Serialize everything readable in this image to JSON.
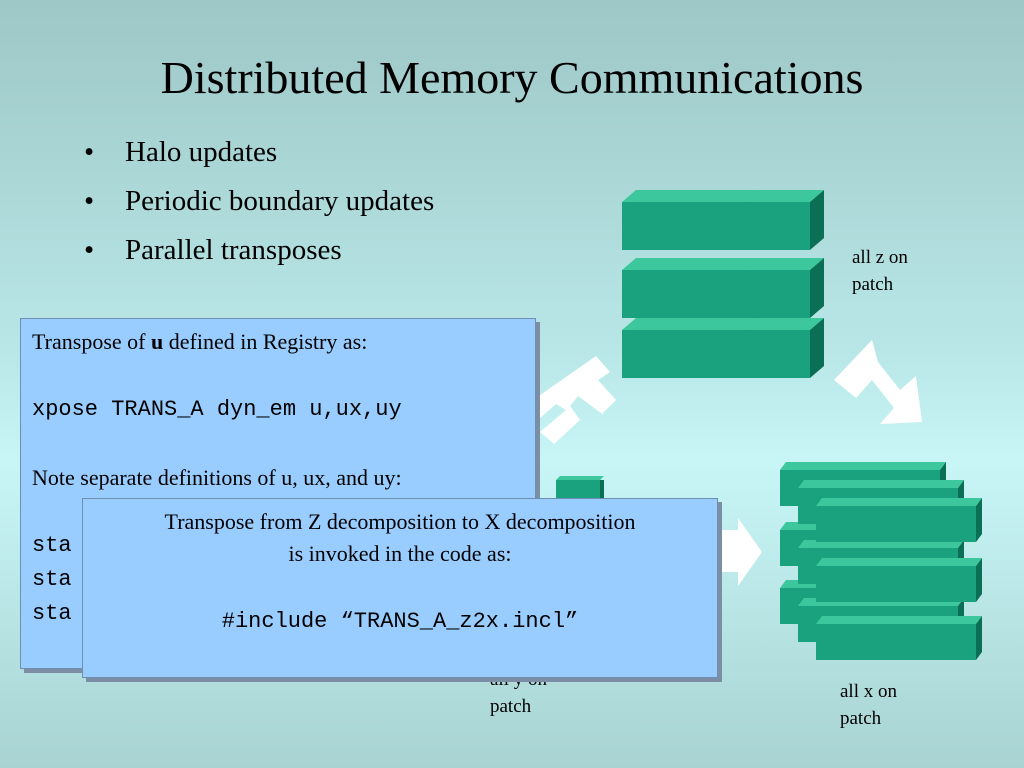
{
  "title": "Distributed Memory Communications",
  "bullets": [
    "Halo updates",
    "Periodic boundary updates",
    "Parallel transposes"
  ],
  "captions": {
    "z_line1": "all z on",
    "z_line2": "patch",
    "y_line1": "all y on",
    "y_line2": "patch",
    "x_line1": "all x on",
    "x_line2": "patch"
  },
  "box1": {
    "line1_pre": "Transpose of ",
    "line1_bold": "u",
    "line1_post": " defined in Registry as:",
    "code": "xpose TRANS_A dyn_em u,ux,uy",
    "note": "Note separate definitions of u, ux, and uy:",
    "state_lines": [
      "sta",
      "sta",
      "sta"
    ]
  },
  "box2": {
    "line1": "Transpose from Z decomposition to X decomposition",
    "line2": "is invoked in the code as:",
    "code": "#include “TRANS_A_z2x.incl”"
  },
  "colors": {
    "box": "#99ccff",
    "block_front": "#1fa883",
    "block_side": "#0c7a5c",
    "block_top": "#37c49a",
    "arrow": "#ffffff"
  }
}
